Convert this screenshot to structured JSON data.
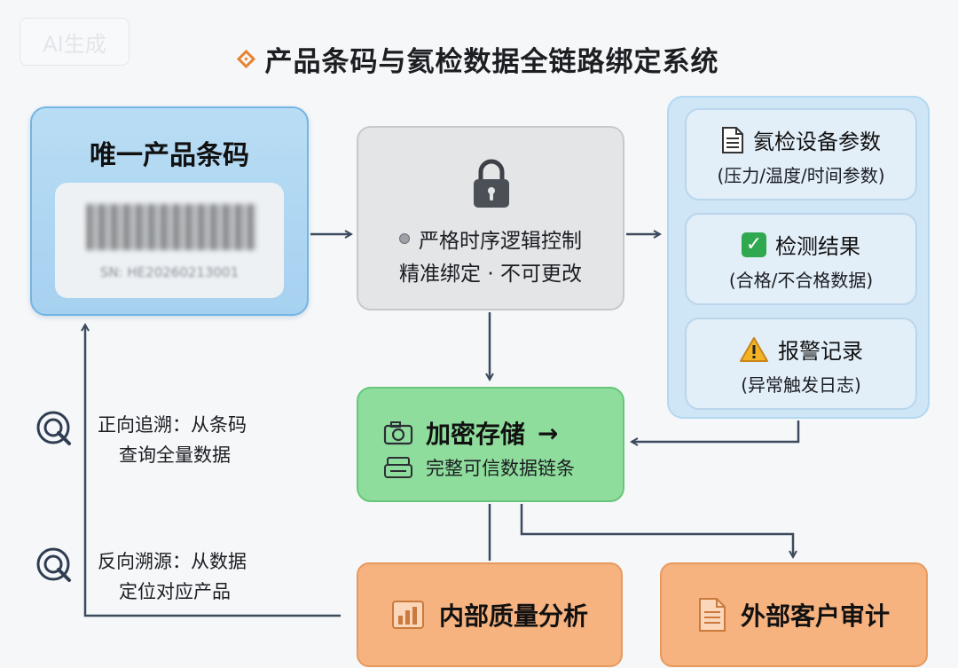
{
  "watermark": "AI生成",
  "title": "产品条码与氦检数据全链路绑定系统",
  "barcode": {
    "title": "唯一产品条码",
    "serial": "SN: HE20260213001"
  },
  "lock": {
    "line1": "严格时序逻辑控制",
    "line2": "精准绑定 · 不可更改"
  },
  "panel": {
    "cards": [
      {
        "title": "氦检设备参数",
        "subtitle": "(压力/温度/时间参数)",
        "icon": "document-icon"
      },
      {
        "title": "检测结果",
        "subtitle": "(合格/不合格数据)",
        "icon": "checkbox-icon"
      },
      {
        "title": "报警记录",
        "subtitle": "(异常触发日志)",
        "icon": "warning-icon"
      }
    ]
  },
  "storage": {
    "line1": "加密存储",
    "line1_arrow": "→",
    "line2": "完整可信数据链条"
  },
  "trace": {
    "forward": {
      "line1": "正向追溯：从条码",
      "line2": "查询全量数据"
    },
    "backward": {
      "line1": "反向溯源：从数据",
      "line2": "定位对应产品"
    }
  },
  "outputs": {
    "internal": "内部质量分析",
    "external": "外部客户审计"
  },
  "colors": {
    "accent": "#e8832e",
    "barcode_fill": "#b0d7f2",
    "lock_fill": "#e4e5e7",
    "panel_fill": "#cfe6f6",
    "storage_fill": "#8fdd9c",
    "output_fill": "#f6b27f",
    "connector": "#3b4a5c"
  }
}
